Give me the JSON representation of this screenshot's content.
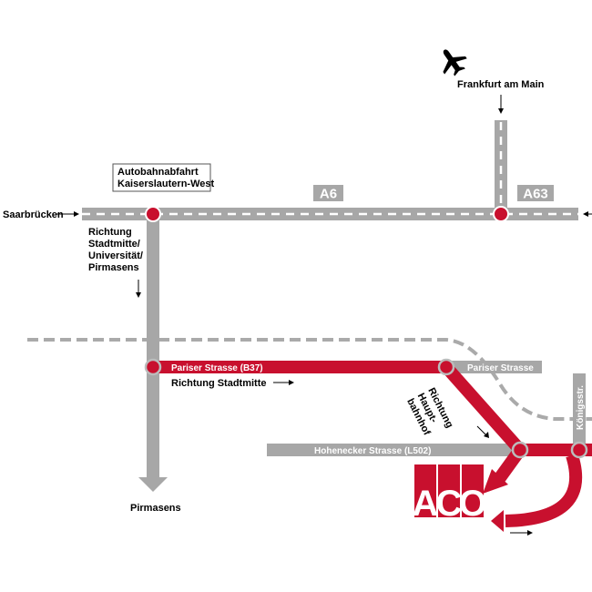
{
  "colors": {
    "road_gray": "#a7a7a7",
    "route_red": "#c8102e",
    "dash_gray": "#aaaaaa",
    "text": "#000000"
  },
  "icons": {
    "airport": "airplane-icon"
  },
  "labels": {
    "frankfurt": "Frankfurt am Main",
    "exit_line1": "Autobahnabfahrt",
    "exit_line2": "Kaiserslautern-West",
    "saarbruecken": "Saarbrücken",
    "a6": "A6",
    "a63": "A63",
    "richtung_univ": [
      "Richtung",
      "Stadtmitte/",
      "Universität/",
      "Pirmasens"
    ],
    "pariser_b37": "Pariser Strasse (B37)",
    "richtung_stadtmitte": "Richtung Stadtmitte",
    "pariser_east": "Pariser Strasse",
    "richtung_hbf": [
      "Richtung",
      "Haupt-",
      "bahnhof"
    ],
    "hohenecker": "Hohenecker Strasse (L502)",
    "koenigsstr": "Königsstr.",
    "pirmasens": "Pirmasens",
    "aco_logo": [
      "A",
      "C",
      "O"
    ]
  }
}
